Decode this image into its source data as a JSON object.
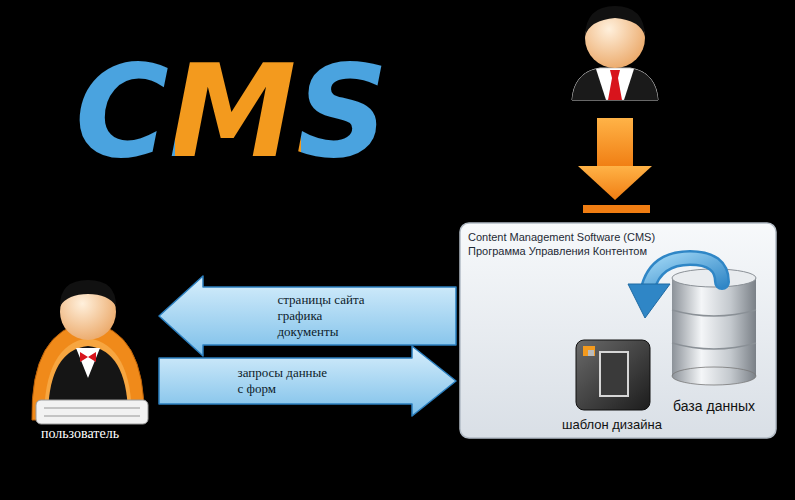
{
  "diagram": {
    "nodes": [
      {
        "text": [
          "пользователь"
        ]
      },
      {
        "text": [
          "Content Management Software (CMS)",
          "Программа Управления Контентом"
        ]
      },
      {
        "text": [
          "шаблон дизайна"
        ],
        "in": 1
      },
      {
        "text": [
          "база данных"
        ],
        "in": 1
      }
    ],
    "edges": [
      {
        "from": 1,
        "to": 0,
        "arrow": "to",
        "label": "страницы сайта графика документы"
      },
      {
        "from": 0,
        "to": 1,
        "arrow": "to",
        "label": "запросы данные с форм"
      }
    ],
    "labels": [
      "CMS"
    ]
  }
}
